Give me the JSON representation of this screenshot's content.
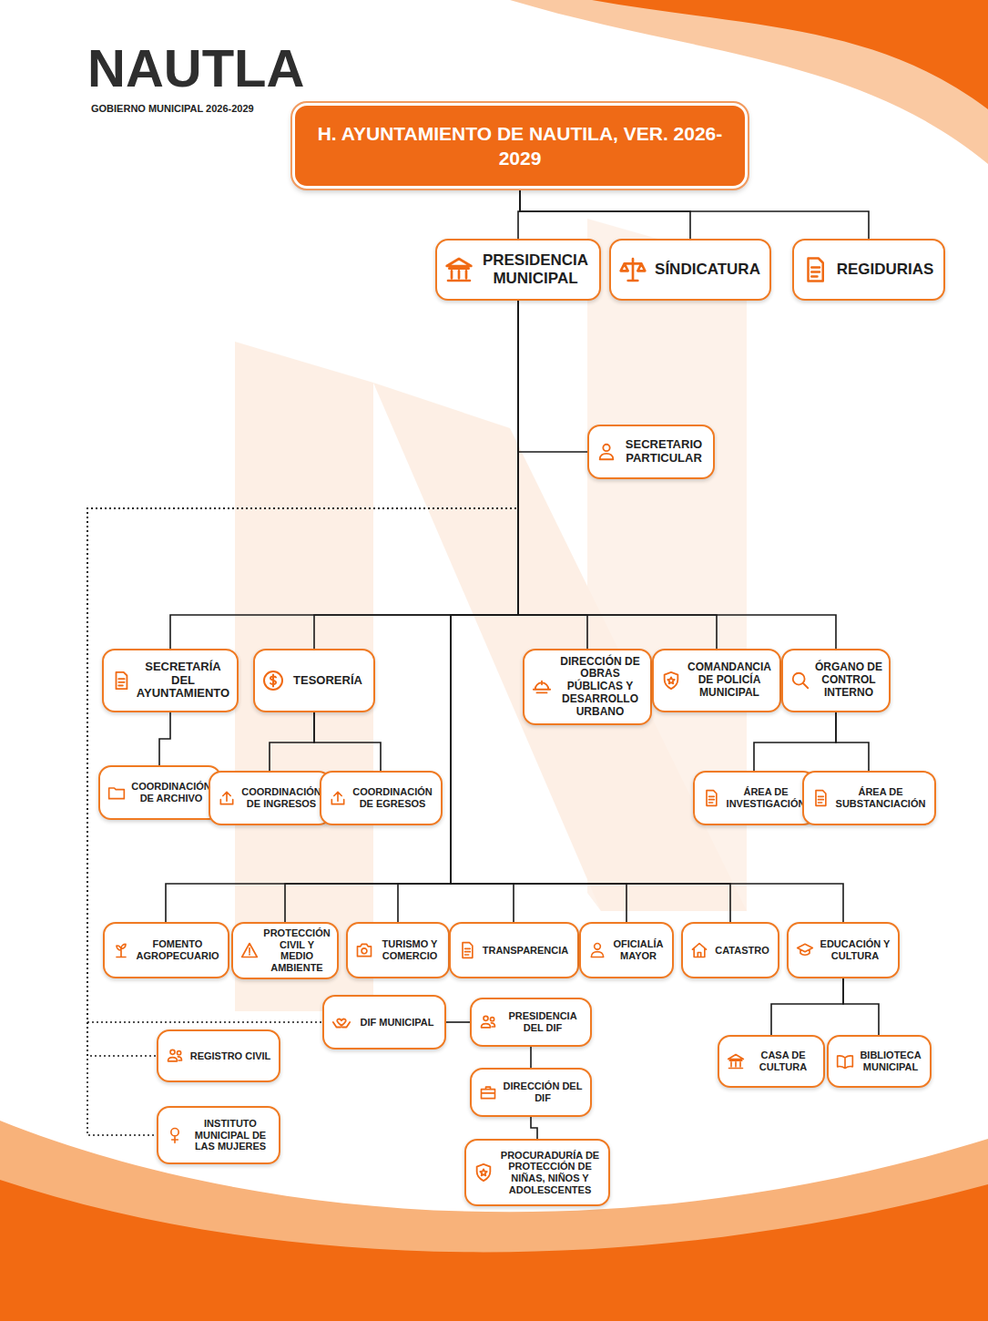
{
  "diagram": {
    "nodes": [
      {
        "text": [
          "H. AYUNTAMIENTO DE NAUTILA, VER. 2026-2029"
        ]
      },
      {
        "text": [
          "PRESIDENCIA MUNICIPAL"
        ]
      },
      {
        "text": [
          "SÍNDICATURA"
        ]
      },
      {
        "text": [
          "REGIDURIAS"
        ]
      },
      {
        "text": [
          "SECRETARIO PARTICULAR"
        ]
      },
      {
        "text": [
          "SECRETARÍA DEL AYUNTAMIENTO"
        ]
      },
      {
        "text": [
          "TESORERÍA"
        ]
      },
      {
        "text": [
          "DIRECCIÓN DE OBRAS PÚBLICAS Y DESARROLLO URBANO"
        ]
      },
      {
        "text": [
          "COMANDANCIA DE POLICÍA MUNICIPAL"
        ]
      },
      {
        "text": [
          "ÓRGANO DE CONTROL INTERNO"
        ]
      },
      {
        "text": [
          "COORDINACIÓN DE ARCHIVO"
        ]
      },
      {
        "text": [
          "COORDINACIÓN DE INGRESOS"
        ]
      },
      {
        "text": [
          "COORDINACIÓN DE EGRESOS"
        ]
      },
      {
        "text": [
          "ÁREA DE INVESTIGACIÓN"
        ]
      },
      {
        "text": [
          "ÁREA DE SUBSTANCIACIÓN"
        ]
      },
      {
        "text": [
          "FOMENTO AGROPECUARIO"
        ]
      },
      {
        "text": [
          "PROTECCIÓN CIVIL Y MEDIO AMBIENTE"
        ]
      },
      {
        "text": [
          "TURISMO Y COMERCIO"
        ]
      },
      {
        "text": [
          "TRANSPARENCIA"
        ]
      },
      {
        "text": [
          "OFICIALÍA MAYOR"
        ]
      },
      {
        "text": [
          "CATASTRO"
        ]
      },
      {
        "text": [
          "EDUCACIÓN Y CULTURA"
        ]
      },
      {
        "text": [
          "DIF MUNICIPAL"
        ]
      },
      {
        "text": [
          "PRESIDENCIA DEL DIF"
        ]
      },
      {
        "text": [
          "REGISTRO CIVIL"
        ]
      },
      {
        "text": [
          "CASA DE CULTURA"
        ]
      },
      {
        "text": [
          "BIBLIOTECA MUNICIPAL"
        ]
      },
      {
        "text": [
          "DIRECCIÓN DEL DIF"
        ]
      },
      {
        "text": [
          "INSTITUTO MUNICIPAL DE LAS MUJERES"
        ]
      },
      {
        "text": [
          "PROCURADURÍA DE PROTECCIÓN DE NIÑAS, NIÑOS Y ADOLESCENTES"
        ]
      }
    ],
    "edges": [
      {
        "from": 0,
        "to": 1,
        "arrow": "none"
      },
      {
        "from": 0,
        "to": 2,
        "arrow": "none"
      },
      {
        "from": 0,
        "to": 3,
        "arrow": "none"
      },
      {
        "from": 1,
        "to": 4,
        "arrow": "none"
      },
      {
        "from": 1,
        "to": 5,
        "arrow": "none"
      },
      {
        "from": 1,
        "to": 6,
        "arrow": "none"
      },
      {
        "from": 1,
        "to": 7,
        "arrow": "none"
      },
      {
        "from": 1,
        "to": 8,
        "arrow": "none"
      },
      {
        "from": 1,
        "to": 9,
        "arrow": "none"
      },
      {
        "from": 5,
        "to": 10,
        "arrow": "none"
      },
      {
        "from": 6,
        "to": 11,
        "arrow": "none"
      },
      {
        "from": 6,
        "to": 12,
        "arrow": "none"
      },
      {
        "from": 9,
        "to": 13,
        "arrow": "none"
      },
      {
        "from": 9,
        "to": 14,
        "arrow": "none"
      },
      {
        "from": 1,
        "to": 15,
        "arrow": "none"
      },
      {
        "from": 1,
        "to": 16,
        "arrow": "none"
      },
      {
        "from": 1,
        "to": 17,
        "arrow": "none"
      },
      {
        "from": 1,
        "to": 18,
        "arrow": "none"
      },
      {
        "from": 1,
        "to": 19,
        "arrow": "none"
      },
      {
        "from": 1,
        "to": 20,
        "arrow": "none"
      },
      {
        "from": 1,
        "to": 21,
        "arrow": "none"
      },
      {
        "from": 1,
        "to": 22,
        "arrow": "none"
      },
      {
        "from": 1,
        "to": 24,
        "arrow": "none"
      },
      {
        "from": 1,
        "to": 28,
        "arrow": "none"
      },
      {
        "from": 22,
        "to": 23,
        "arrow": "none"
      },
      {
        "from": 23,
        "to": 27,
        "arrow": "none"
      },
      {
        "from": 27,
        "to": 29,
        "arrow": "none"
      },
      {
        "from": 21,
        "to": 25,
        "arrow": "none"
      },
      {
        "from": 21,
        "to": 26,
        "arrow": "none"
      }
    ],
    "labels": [
      "NAUTLA",
      "GOBIERNO MUNICIPAL 2026-2029"
    ]
  }
}
